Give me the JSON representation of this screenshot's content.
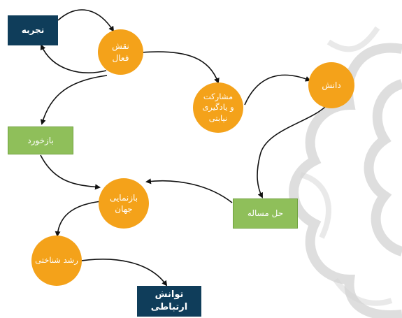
{
  "colors": {
    "circle": "#f4a21a",
    "navy": "#0f3d5a",
    "green": "#8fbf5a",
    "arrow": "#111111",
    "watermark": "#bfbfbf"
  },
  "nodes": {
    "experience": "تجربه",
    "active_role": "نقش\nفعال",
    "participation": "مشارکت\nو یادگیری\nنیابتی",
    "knowledge": "دانش",
    "feedback": "بازخورد",
    "problem_solving": "حل مساله",
    "world_reconstruction": "بازنمایی\nجهان",
    "cognitive_growth": "رشد شناختی",
    "communication_ability": "توانش\nارتباطی"
  },
  "icons": {
    "watermark": "ornament-watermark-icon"
  }
}
